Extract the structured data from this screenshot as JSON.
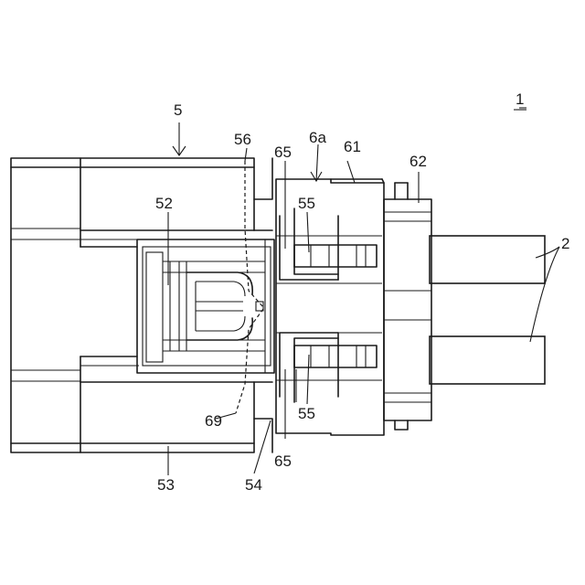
{
  "figure": {
    "labels": {
      "assembly": "1",
      "wire": "2",
      "housing": "5",
      "lock_arm": "52",
      "lower_body": "53",
      "step": "54",
      "slot_upper": "55",
      "slot_lower": "55",
      "edge": "56",
      "holder_sub": "6a",
      "holder": "61",
      "cap": "62",
      "tab_upper": "65",
      "tab_lower": "65",
      "hook": "69"
    }
  }
}
